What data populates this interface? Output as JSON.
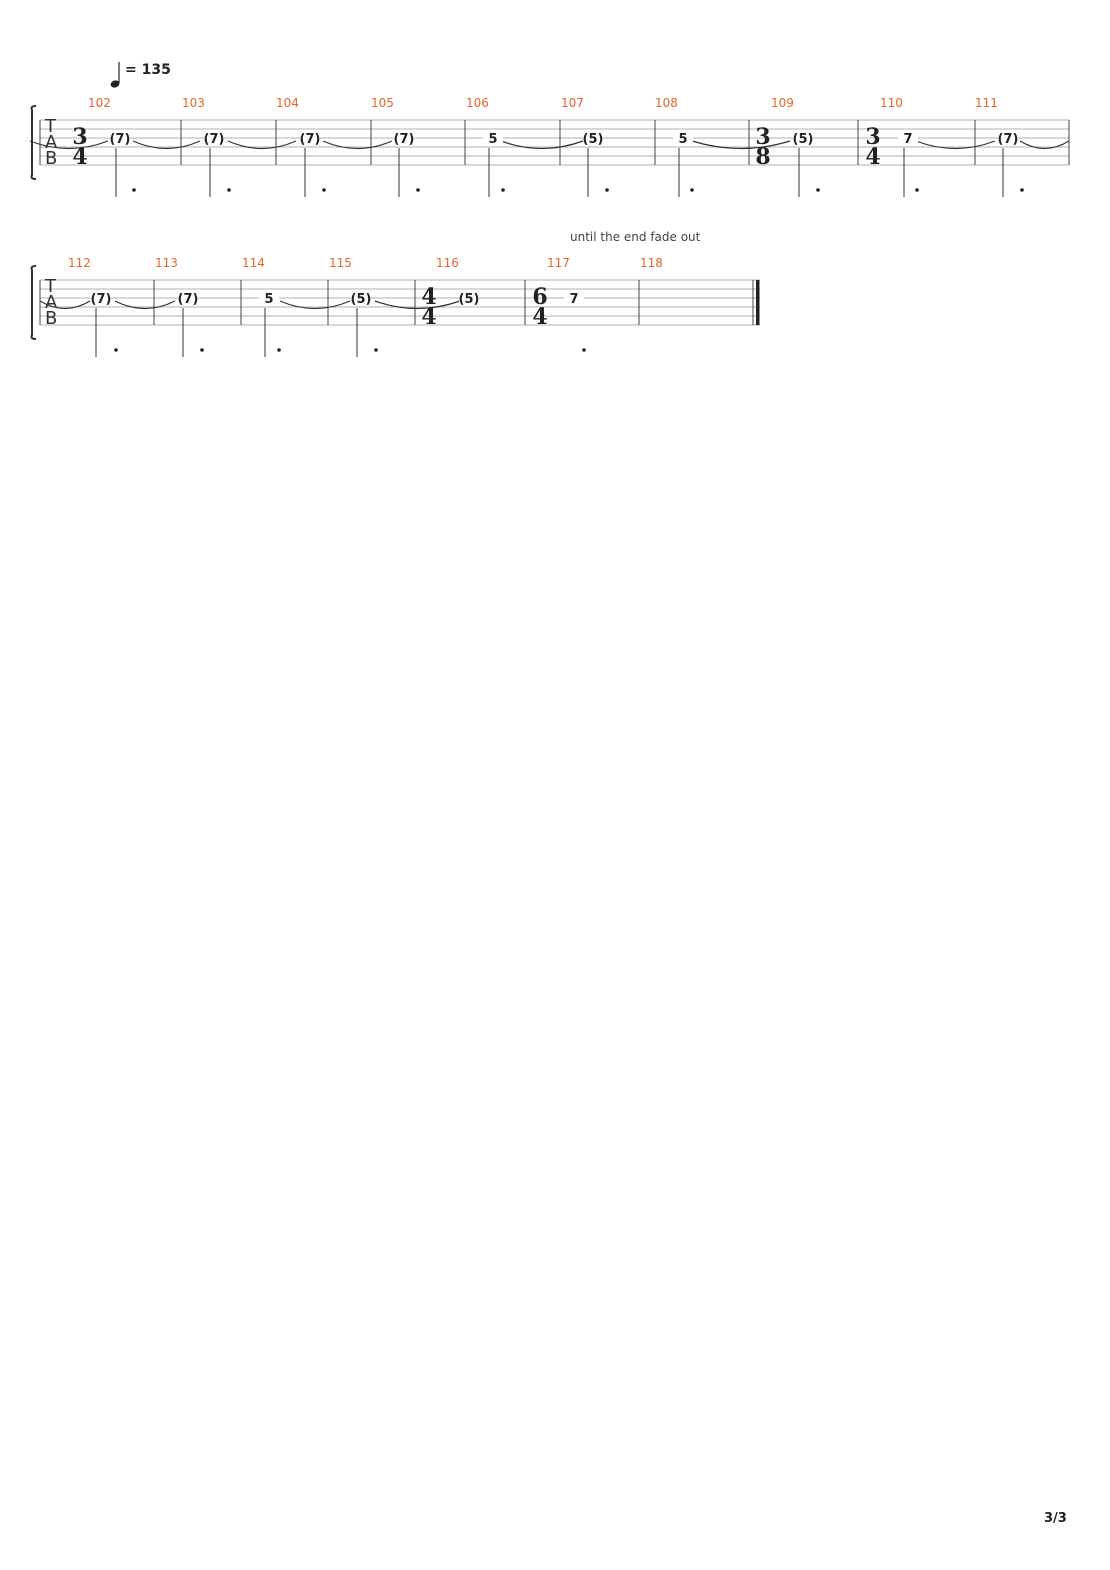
{
  "tempo": {
    "symbol": "quarter-note",
    "value": "= 135"
  },
  "annotation": "until the end fade out",
  "page_number": "3/3",
  "clef": [
    "T",
    "A",
    "B"
  ],
  "systems": [
    {
      "measures": [
        {
          "number": "102",
          "time_sig": [
            "3",
            "4"
          ],
          "note": "(7)"
        },
        {
          "number": "103",
          "note": "(7)"
        },
        {
          "number": "104",
          "note": "(7)"
        },
        {
          "number": "105",
          "note": "(7)"
        },
        {
          "number": "106",
          "note": "5"
        },
        {
          "number": "107",
          "note": "(5)"
        },
        {
          "number": "108",
          "note": "5"
        },
        {
          "number": "109",
          "time_sig": [
            "3",
            "8"
          ],
          "note": "(5)"
        },
        {
          "number": "110",
          "time_sig": [
            "3",
            "4"
          ],
          "note": "7"
        },
        {
          "number": "111",
          "note": "(7)"
        }
      ]
    },
    {
      "measures": [
        {
          "number": "112",
          "note": "(7)"
        },
        {
          "number": "113",
          "note": "(7)"
        },
        {
          "number": "114",
          "note": "5"
        },
        {
          "number": "115",
          "note": "(5)"
        },
        {
          "number": "116",
          "time_sig": [
            "4",
            "4"
          ],
          "note": "(5)"
        },
        {
          "number": "117",
          "time_sig": [
            "6",
            "4"
          ],
          "note": "7"
        },
        {
          "number": "118",
          "note": ""
        }
      ]
    }
  ]
}
